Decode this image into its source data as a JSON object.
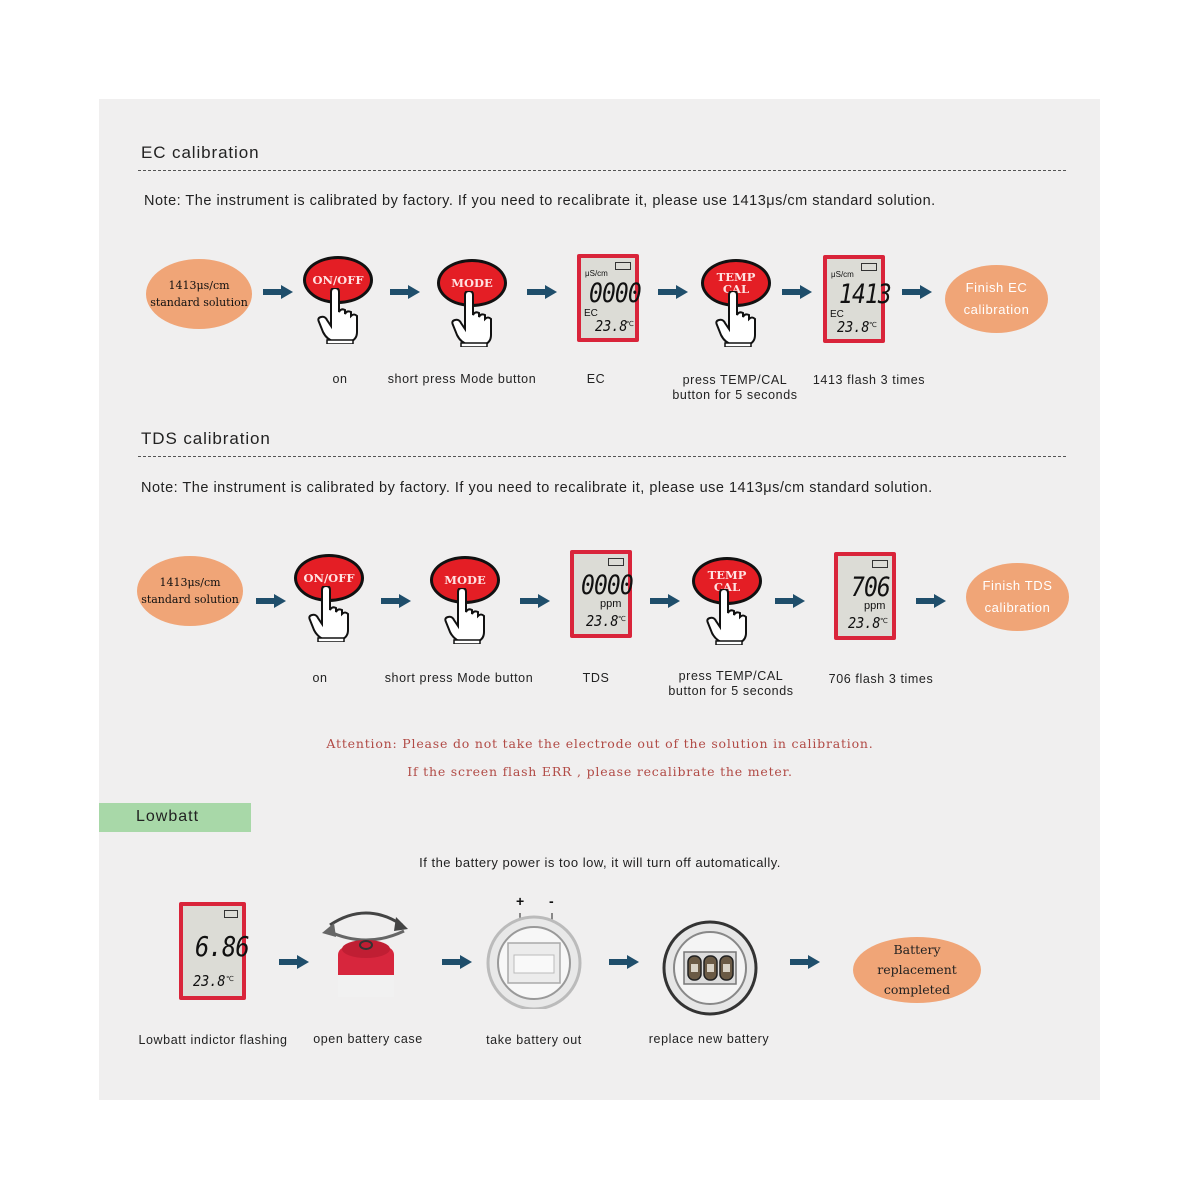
{
  "ec_section": {
    "title": "EC calibration",
    "note": "Note: The instrument is calibrated by factory. If you need to recalibrate it, please use 1413μs/cm standard solution.",
    "start": {
      "line1": "1413μs/cm",
      "line2": "standard solution"
    },
    "btn_onoff": "ON/OFF",
    "btn_mode": "MODE",
    "btn_temp": "TEMP",
    "btn_cal": "CAL",
    "lcd1": {
      "unit": "μS/cm",
      "reading": "0000",
      "mode": "EC",
      "temp": "23.8",
      "temp_unit": "℃"
    },
    "lcd2": {
      "unit": "μS/cm",
      "reading": "1413",
      "mode": "EC",
      "temp": "23.8",
      "temp_unit": "℃"
    },
    "finish": {
      "line1": "Finish EC",
      "line2": "calibration"
    },
    "captions": {
      "on": "on",
      "mode": "short press Mode button",
      "display": "EC",
      "cal_line1": "press TEMP/CAL",
      "cal_line2": "button for 5 seconds",
      "flash": "1413 flash 3 times"
    }
  },
  "tds_section": {
    "title": "TDS calibration",
    "note": "Note: The instrument is calibrated by factory. If you need to recalibrate it, please use 1413μs/cm standard solution.",
    "start": {
      "line1": "1413μs/cm",
      "line2": "standard solution"
    },
    "btn_onoff": "ON/OFF",
    "btn_mode": "MODE",
    "btn_temp": "TEMP",
    "btn_cal": "CAL",
    "lcd1": {
      "reading": "0000",
      "unit": "ppm",
      "temp": "23.8",
      "temp_unit": "℃"
    },
    "lcd2": {
      "reading": "706",
      "unit": "ppm",
      "temp": "23.8",
      "temp_unit": "℃"
    },
    "finish": {
      "line1": "Finish TDS",
      "line2": "calibration"
    },
    "captions": {
      "on": "on",
      "mode": "short press Mode button",
      "display": "TDS",
      "cal_line1": "press TEMP/CAL",
      "cal_line2": "button for 5 seconds",
      "flash": "706 flash 3 times"
    }
  },
  "attention": {
    "line1": "Attention: Please do not take the electrode out of the solution in calibration.",
    "line2": "If the screen flash ERR , please recalibrate the meter."
  },
  "lowbatt": {
    "label": "Lowbatt",
    "note": "If the battery power is too low, it will turn off automatically.",
    "lcd": {
      "reading": "6.86",
      "temp": "23.8",
      "temp_unit": "℃"
    },
    "terminal_plus": "+",
    "terminal_minus": "-",
    "finish": {
      "line1": "Battery replacement",
      "line2": "completed"
    },
    "captions": {
      "flashing": "Lowbatt indictor flashing",
      "open": "open battery case",
      "take": "take battery out",
      "replace": "replace new battery"
    }
  },
  "colors": {
    "panel": "#f0efef",
    "ellipse": "#f0a577",
    "button": "#e41e25",
    "lcd_frame": "#d9243a",
    "arrow": "#1f4e6b",
    "attention": "#b14a45",
    "lowbatt_tab": "#a8d8a8"
  }
}
